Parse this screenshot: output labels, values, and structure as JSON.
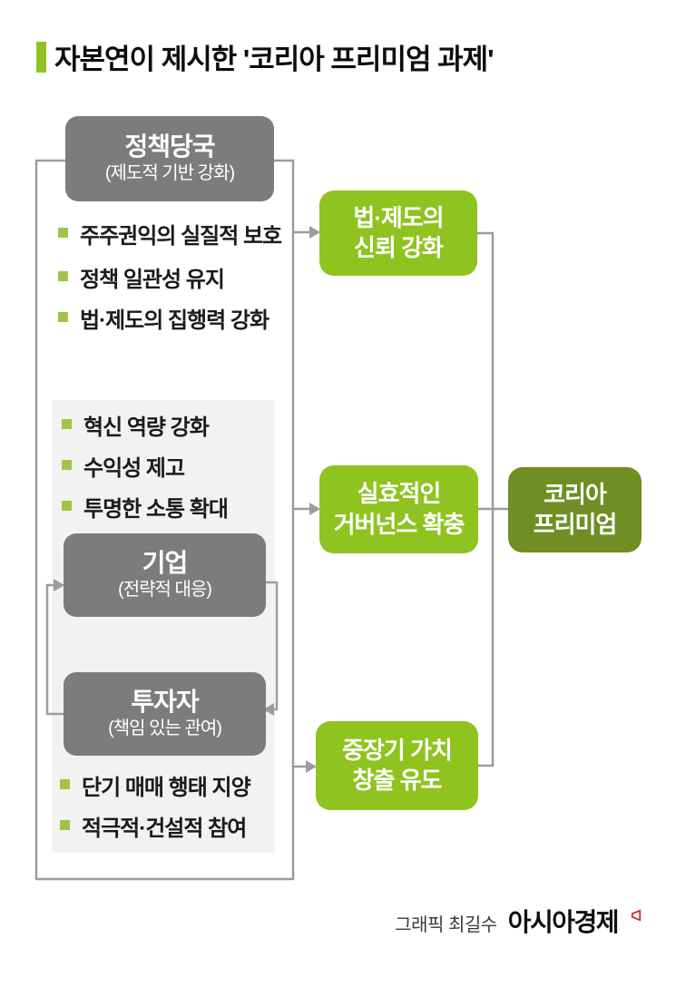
{
  "title": "자본연이 제시한 '코리아 프리미엄 과제'",
  "colors": {
    "accent_green": "#8fc320",
    "dark_green": "#6f8e23",
    "box_gray": "#7c7c7c",
    "line_gray": "#9c9c9c",
    "panel_bg": "#f2f2f0",
    "bullet_green": "#a0c449",
    "brand_red": "#c8303a"
  },
  "actors": {
    "policy": {
      "title": "정책당국",
      "subtitle": "(제도적 기반 강화)"
    },
    "company": {
      "title": "기업",
      "subtitle": "(전략적 대응)"
    },
    "investor": {
      "title": "투자자",
      "subtitle": "(책임 있는 관여)"
    }
  },
  "bullets": {
    "policy": [
      "주주권익의 실질적 보호",
      "정책 일관성 유지",
      "법·제도의 집행력 강화"
    ],
    "company": [
      "혁신 역량 강화",
      "수익성 제고",
      "투명한 소통 확대"
    ],
    "investor": [
      "단기 매매 행태 지양",
      "적극적·건설적 참여"
    ]
  },
  "outcomes": {
    "trust": {
      "line1": "법·제도의",
      "line2": "신뢰 강화"
    },
    "governance": {
      "line1": "실효적인",
      "line2": "거버넌스 확충"
    },
    "longterm": {
      "line1": "중장기 가치",
      "line2": "창출 유도"
    }
  },
  "premium": {
    "line1": "코리아",
    "line2": "프리미엄"
  },
  "footer": {
    "credit": "그래픽 최길수",
    "brand": "아시아경제"
  }
}
